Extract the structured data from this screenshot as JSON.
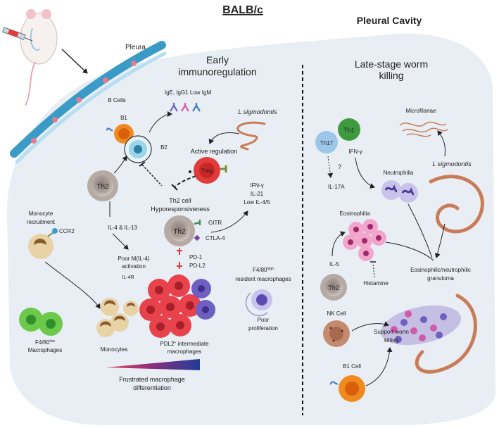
{
  "header": {
    "strain": "BALB/c",
    "location": "Pleural Cavity"
  },
  "pleura_label": "Pleura",
  "early": {
    "title_line1": "Early",
    "title_line2": "immunoregulation",
    "b_cells": "B Cells",
    "b1": "B1",
    "b2": "B2",
    "antibodies": "IgE, IgG1 Low IgM",
    "worm_name": "L sigmodontis",
    "active_regulation": "Active regulation",
    "treg": "Treg",
    "th2_left": "Th2",
    "hypo_line1": "Th2 cell",
    "hypo_line2": "Hyporesponsiveness",
    "cytokines": [
      "IFN-γ",
      "IL-21",
      "Low IL-4/5"
    ],
    "th2_center": "Th2",
    "gitr": "GITR",
    "ctla4": "CTLA-4",
    "pd1": "PD-1",
    "pdl2": "PD-L2",
    "il4_il13": "IL-4 & IL-13",
    "poor_m_line1": "Poor M(IL-4)",
    "poor_m_line2": "activation",
    "il4r": "IL-4R",
    "monocyte_line1": "Monocyte",
    "monocyte_line2": "recruitment",
    "ccr2": "CCR2",
    "f480_low_prefix": "F4/80",
    "f480_low_sup": "low",
    "macrophages": "Macrophages",
    "monocytes": "Monocytes",
    "pdl2_prefix": "PDL2",
    "pdl2_sup": "+",
    "pdl2_suffix": " intermediate",
    "pdl2_line2": "macrophages",
    "f480_high_prefix": "F4/80",
    "f480_high_sup": "high",
    "resident": "resident macrophages",
    "poor_line1": "Poor",
    "poor_line2": "proliferation",
    "frustrated_line1": "Frustrated macrophage",
    "frustrated_line2": "differentiation"
  },
  "late": {
    "title_line1": "Late-stage worm",
    "title_line2": "killing",
    "th1": "Th1",
    "th17": "Th17",
    "microfilariae": "Microfilariae",
    "ifng": "IFN-γ",
    "question": "?",
    "il17a": "IL-17A",
    "neutrophilia": "Neutrophilia",
    "worm_name": "L sigmodontis",
    "eosinophilia": "Eosinophilia",
    "il5": "IL-5",
    "th2": "Th2",
    "histamine": "Histamine",
    "granuloma_line1": "Eosinophilic/neutrophilic",
    "granuloma_line2": "granuloma",
    "nk_cell": "NK Cell",
    "support_line1": "Support worm",
    "support_line2": "killing",
    "b1_cell": "B1 Cell"
  },
  "colors": {
    "cavity": "#e8eef4",
    "th2": "#b5aaa4",
    "treg": "#e23b3b",
    "th1": "#3d9b3d",
    "th17": "#9cc7e8",
    "b1": "#f08a1e",
    "worm": "#c97c58",
    "macrophage_red": "#e8434d",
    "macrophage_purple": "#6f5fc0",
    "monocyte": "#e7d3a6",
    "f480_low": "#6cc94a",
    "eosinophil": "#e46fb0",
    "neutrophil": "#9d96d6",
    "nk": "#c58b6e",
    "pleura": "#3a9bc7"
  }
}
